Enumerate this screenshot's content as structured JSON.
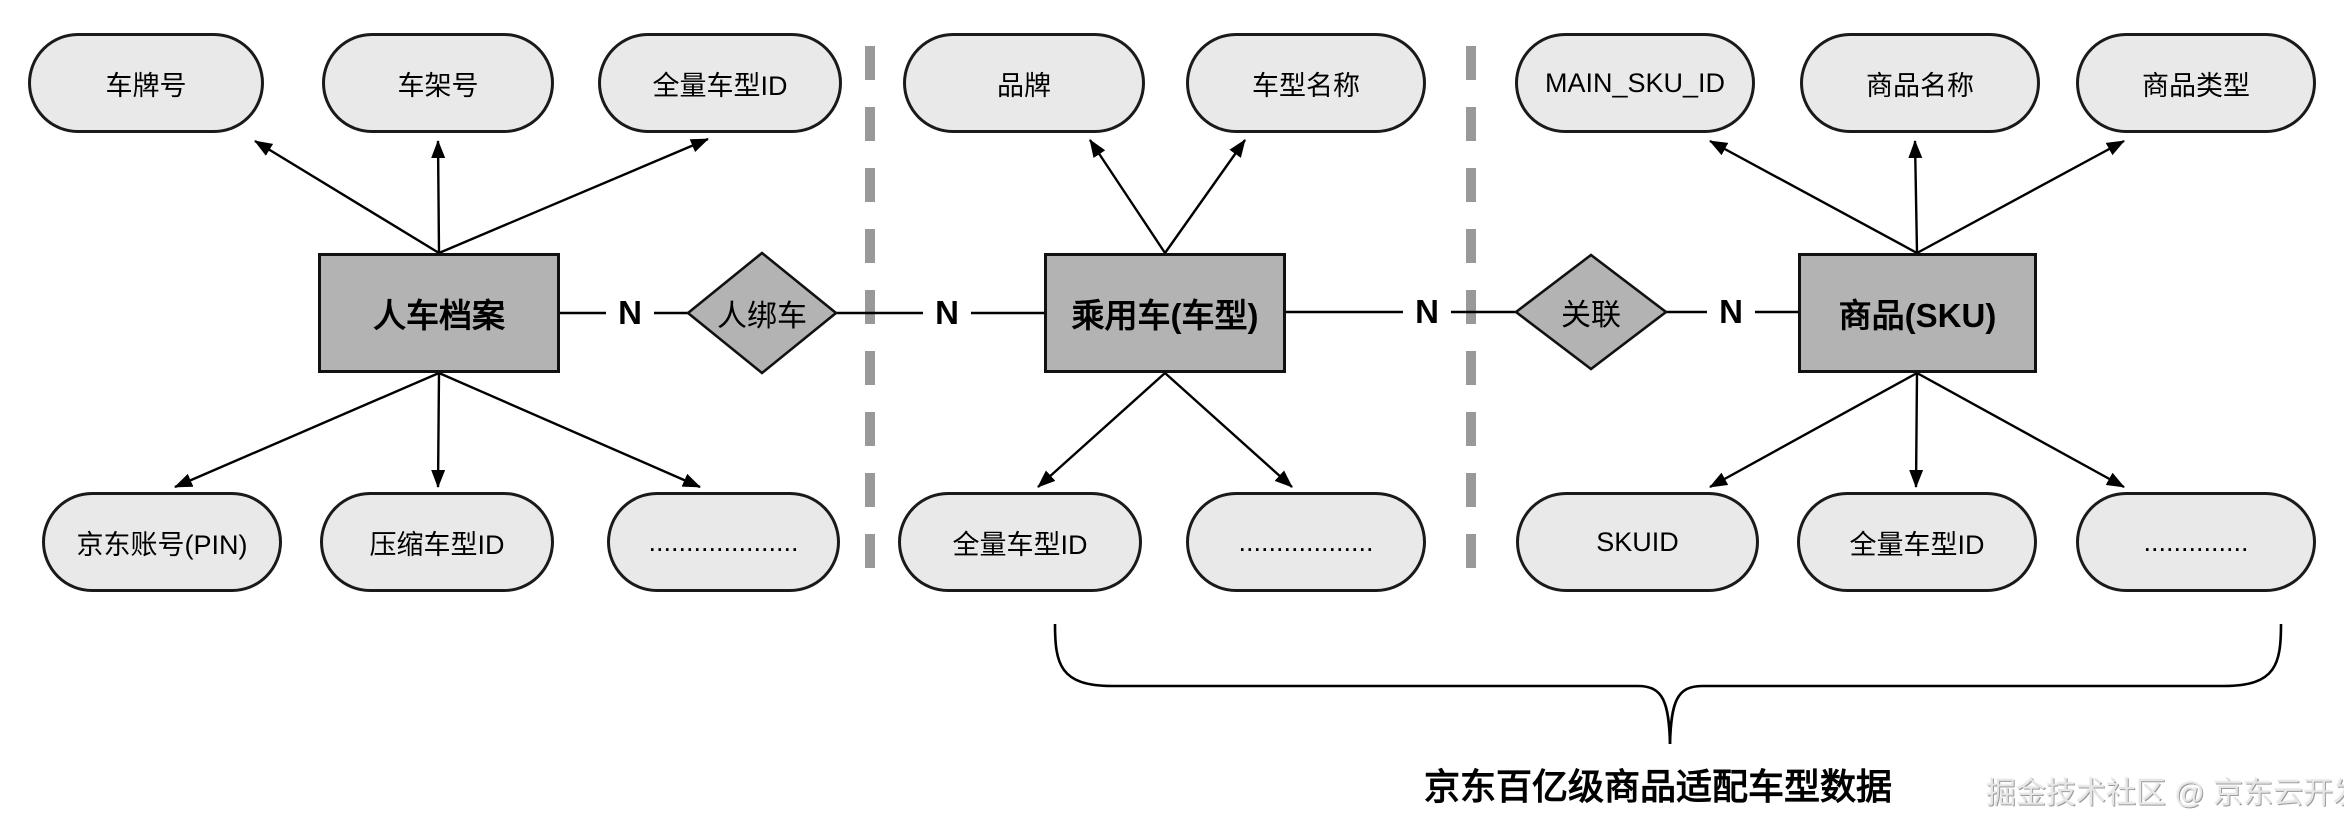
{
  "diagram": {
    "caption": "京东百亿级商品适配车型数据",
    "watermark": "掘金技术社区 @ 京东云开发者",
    "entities": [
      {
        "label": "人车档案"
      },
      {
        "label": "乘用车(车型)"
      },
      {
        "label": "商品(SKU)"
      }
    ],
    "relationships": [
      {
        "label": "人绑车"
      },
      {
        "label": "关联"
      }
    ],
    "cardinality": {
      "n1": "N",
      "n2": "N",
      "n3": "N",
      "n4": "N"
    },
    "attributes": [
      {
        "label": "车牌号"
      },
      {
        "label": "车架号"
      },
      {
        "label": "全量车型ID"
      },
      {
        "label": "品牌"
      },
      {
        "label": "车型名称"
      },
      {
        "label": "MAIN_SKU_ID"
      },
      {
        "label": "商品名称"
      },
      {
        "label": "商品类型"
      },
      {
        "label": "京东账号(PIN)"
      },
      {
        "label": "压缩车型ID"
      },
      {
        "label": "...................."
      },
      {
        "label": "全量车型ID"
      },
      {
        "label": ".................."
      },
      {
        "label": "SKUID"
      },
      {
        "label": "全量车型ID"
      },
      {
        "label": ".............."
      }
    ],
    "colors": {
      "attribute_fill": "#e9e9e9",
      "entity_fill": "#b3b3b3",
      "relationship_fill": "#b3b3b3",
      "outline": "#1a1a1a",
      "divider": "#999999"
    }
  }
}
